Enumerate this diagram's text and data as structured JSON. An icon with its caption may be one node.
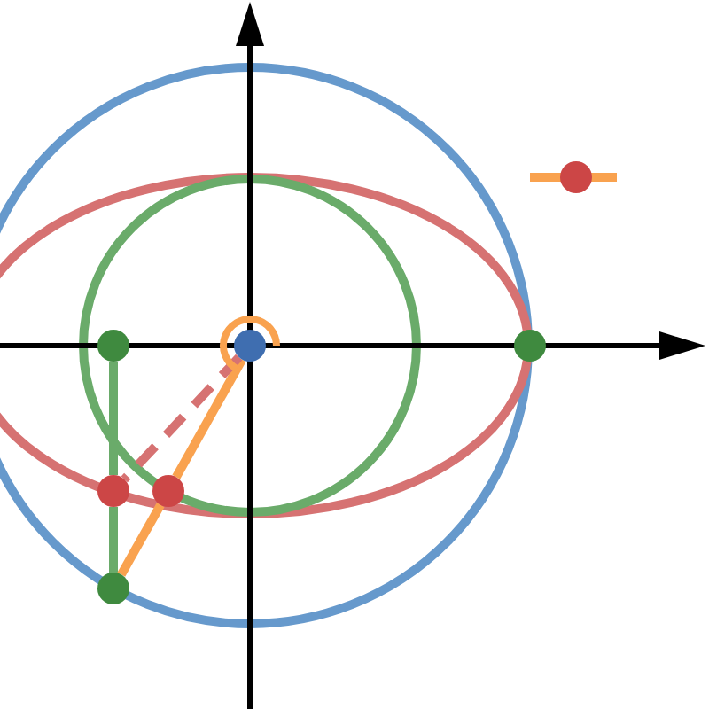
{
  "diagram": {
    "nodes": [
      {
        "text": [],
        "shape": "circle"
      },
      {
        "text": [],
        "shape": "circle"
      },
      {
        "text": [],
        "shape": "circle"
      },
      {
        "text": [],
        "shape": "circle"
      },
      {
        "text": [],
        "shape": "circle"
      },
      {
        "text": [],
        "shape": "circle"
      }
    ],
    "edges": [
      {
        "from": 0,
        "to": 3,
        "arrow": "none",
        "color": "#6aab6a"
      },
      {
        "from": 3,
        "to": 5,
        "arrow": "none",
        "color": "#6aab6a"
      },
      {
        "from": 1,
        "to": 4,
        "arrow": "none",
        "color": "#f9a24f"
      },
      {
        "from": 4,
        "to": 5,
        "arrow": "none",
        "color": "#f9a24f"
      },
      {
        "from": 1,
        "to": 3,
        "arrow": "none",
        "style": "dashed",
        "color": "#d67272"
      }
    ]
  }
}
